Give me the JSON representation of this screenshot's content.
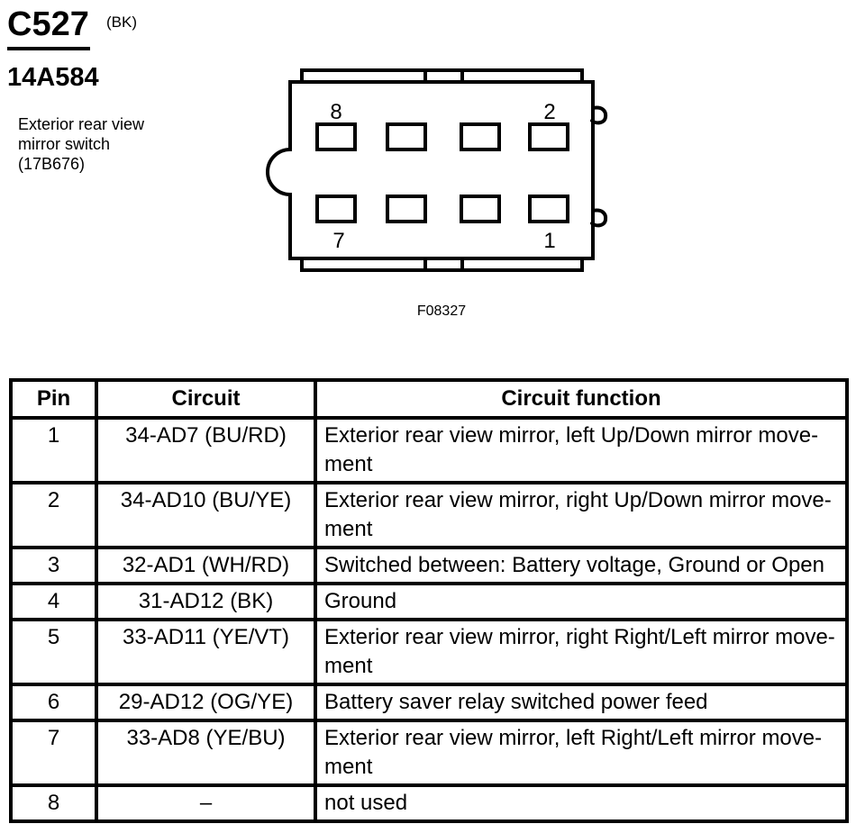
{
  "header": {
    "connector_id": "C527",
    "connector_color_code": "(BK)",
    "part_number": "14A584",
    "description_lines": [
      "Exterior rear view",
      "mirror switch",
      "(17B676)"
    ]
  },
  "diagram": {
    "caption": "F08327",
    "pin_labels": {
      "top_left": "8",
      "top_right": "2",
      "bottom_left": "7",
      "bottom_right": "1"
    }
  },
  "pin_table": {
    "headers": {
      "pin": "Pin",
      "circuit": "Circuit",
      "function": "Circuit function"
    },
    "rows": [
      {
        "pin": "1",
        "circuit": "34-AD7 (BU/RD)",
        "function": "Exterior rear view mirror, left Up/Down mirror move­ment"
      },
      {
        "pin": "2",
        "circuit": "34-AD10 (BU/YE)",
        "function": "Exterior rear view mirror, right Up/Down mirror move­ment"
      },
      {
        "pin": "3",
        "circuit": "32-AD1 (WH/RD)",
        "function": "Switched between: Battery voltage, Ground or Open"
      },
      {
        "pin": "4",
        "circuit": "31-AD12 (BK)",
        "function": "Ground"
      },
      {
        "pin": "5",
        "circuit": "33-AD11 (YE/VT)",
        "function": "Exterior rear view mirror, right Right/Left mirror move­ment"
      },
      {
        "pin": "6",
        "circuit": "29-AD12 (OG/YE)",
        "function": "Battery saver relay switched power feed"
      },
      {
        "pin": "7",
        "circuit": "33-AD8 (YE/BU)",
        "function": "Exterior rear view mirror, left Right/Left mirror move­ment"
      },
      {
        "pin": "8",
        "circuit": "–",
        "function": "not used"
      }
    ]
  },
  "colors": {
    "ink": "#000000",
    "paper": "#ffffff"
  }
}
